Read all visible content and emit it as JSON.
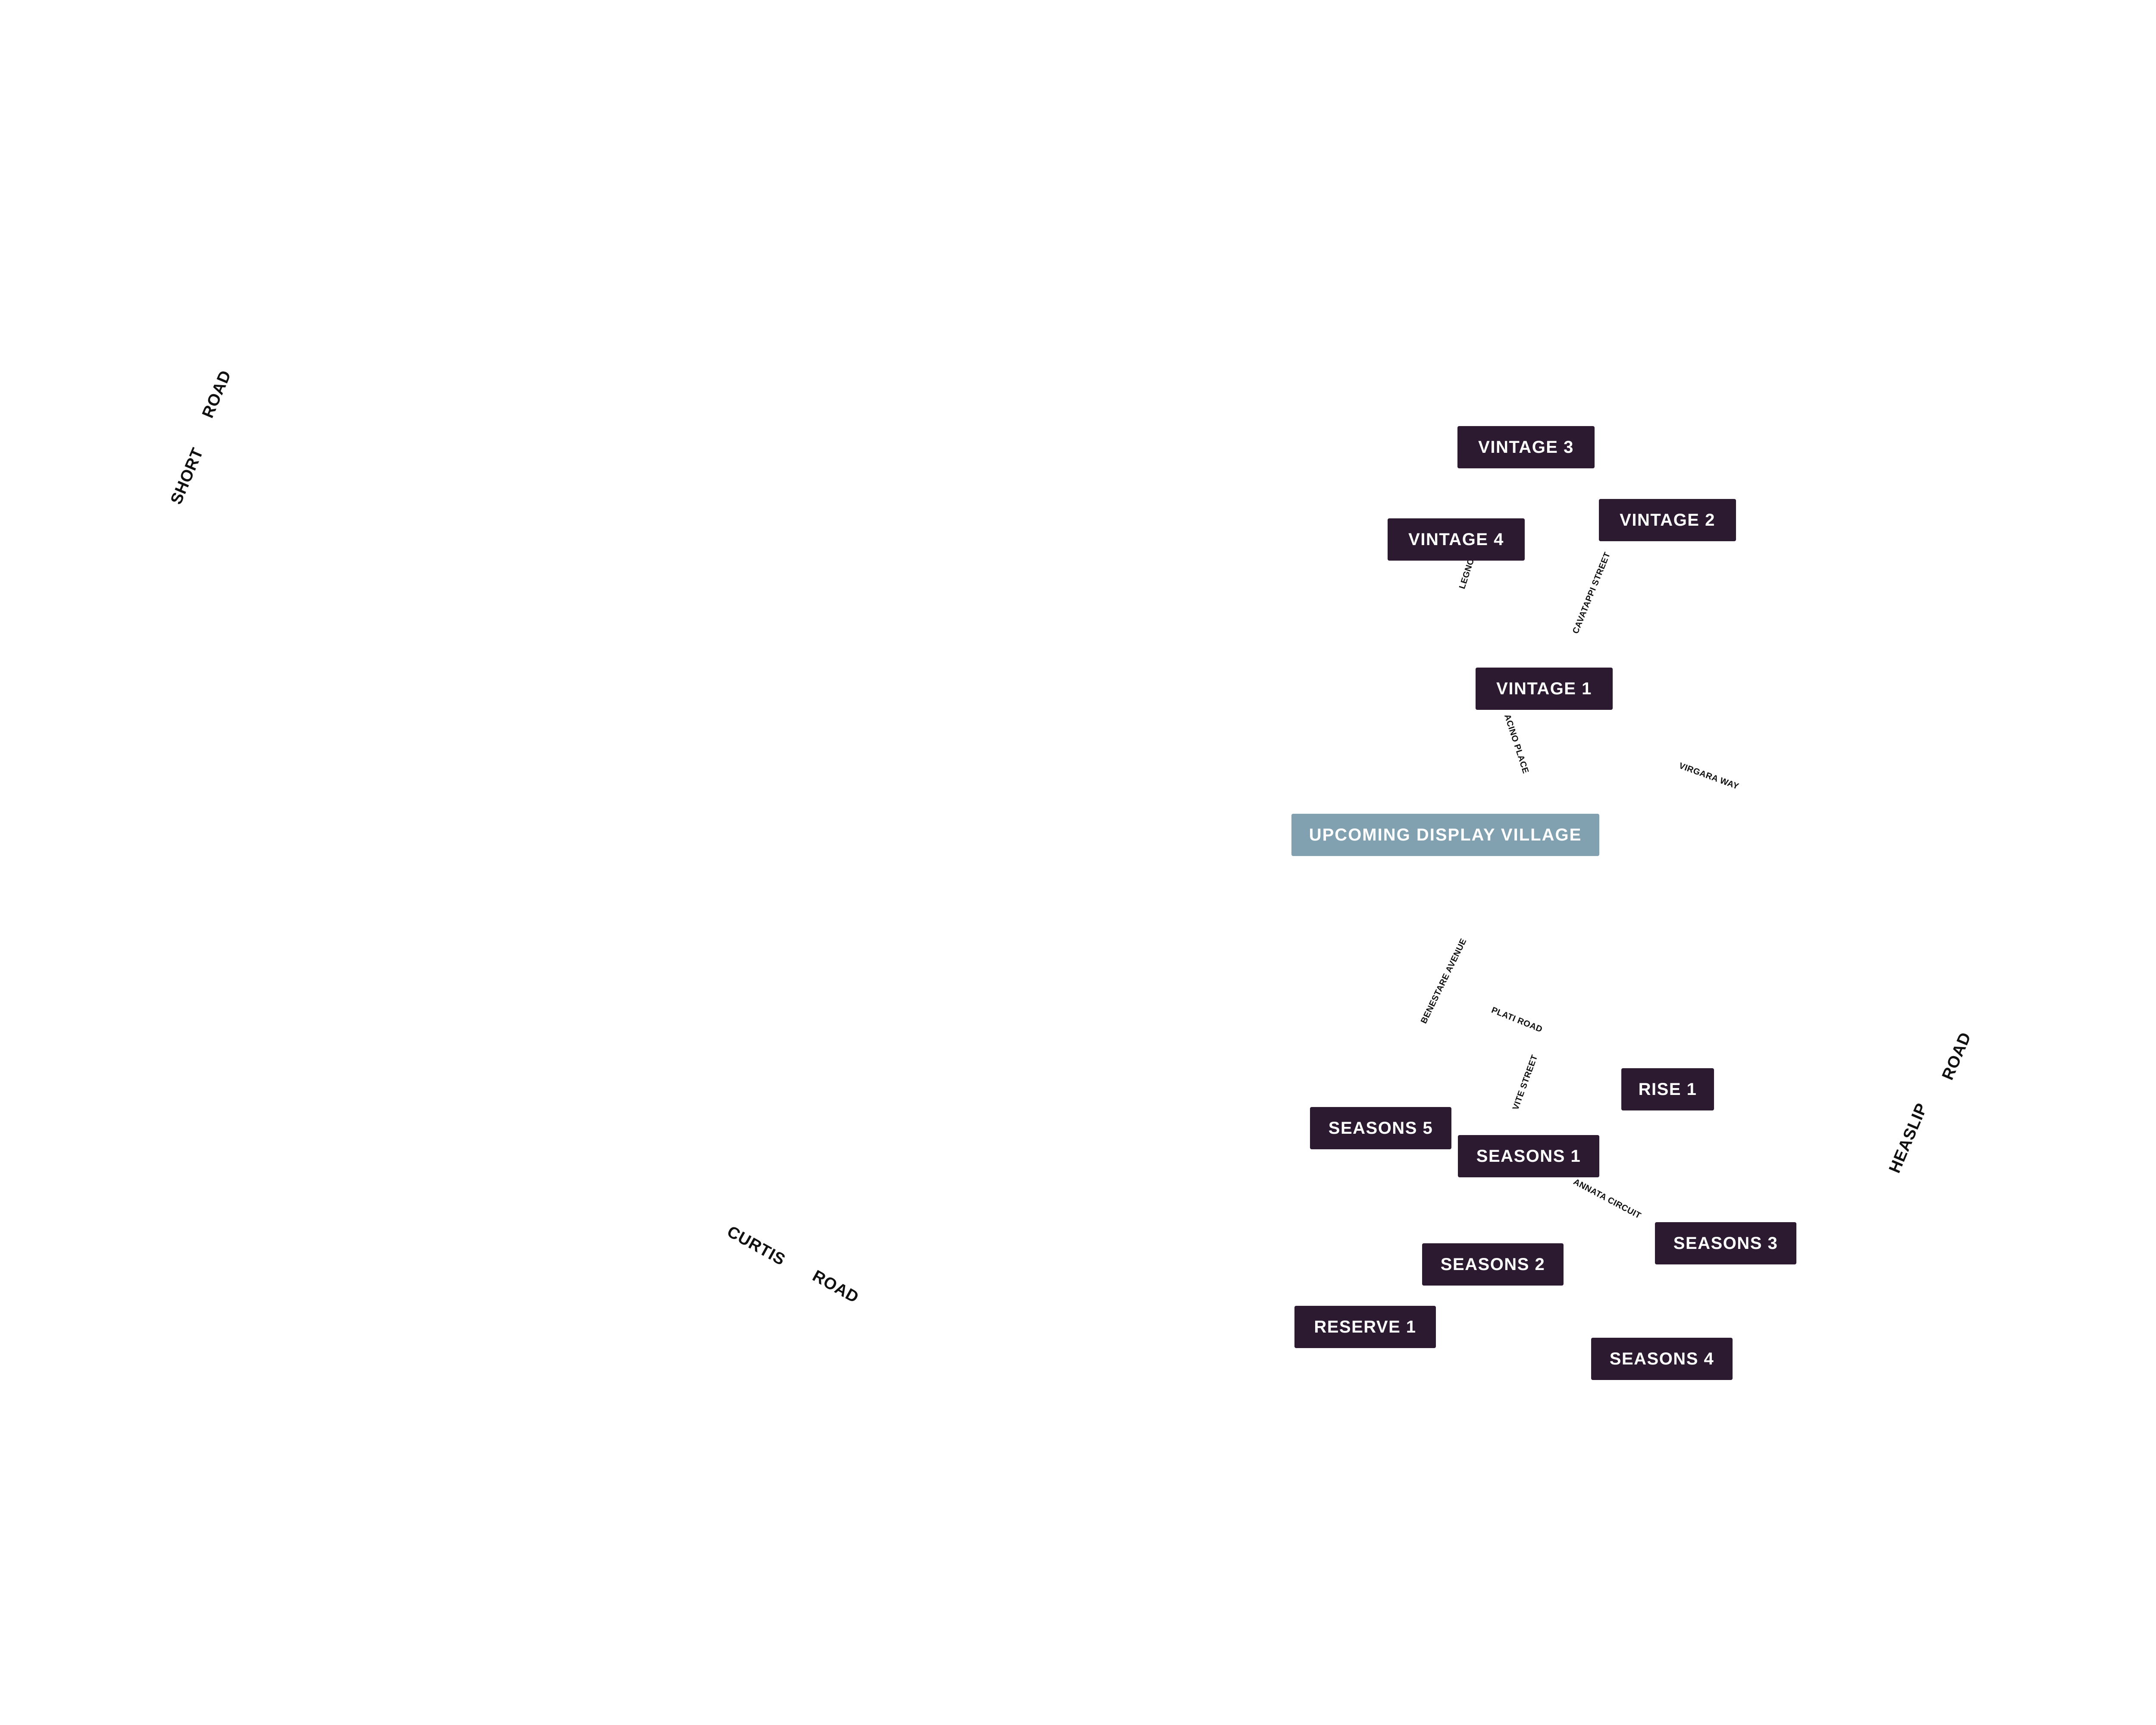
{
  "map": {
    "background": "#ffffff",
    "colors": {
      "stage_label": "#2c1a31",
      "upcoming_label": "#81a1b1",
      "label_text": "#ffffff",
      "road_text": "#111111"
    }
  },
  "major_roads": {
    "short_road": [
      "SHORT",
      "ROAD"
    ],
    "curtis_road": [
      "CURTIS",
      "ROAD"
    ],
    "heaslip_road": [
      "HEASLIP",
      "ROAD"
    ]
  },
  "minor_roads": {
    "legno": "LEGNO",
    "cavatappi": "CAVATAPPI STREET",
    "acino": "ACINO PLACE",
    "virgara": "VIRGARA WAY",
    "benestare": "BENESTARE AVENUE",
    "plati": "PLATI ROAD",
    "vite": "VITE STREET",
    "annata": "ANNATA CIRCUIT"
  },
  "stages": {
    "vintage_3": "VINTAGE 3",
    "vintage_4": "VINTAGE 4",
    "vintage_2": "VINTAGE 2",
    "vintage_1": "VINTAGE 1",
    "upcoming_display_village": "UPCOMING DISPLAY VILLAGE",
    "seasons_5": "SEASONS 5",
    "seasons_1": "SEASONS 1",
    "rise_1": "RISE 1",
    "seasons_3": "SEASONS 3",
    "seasons_2": "SEASONS 2",
    "reserve_1": "RESERVE 1",
    "seasons_4": "SEASONS 4"
  }
}
